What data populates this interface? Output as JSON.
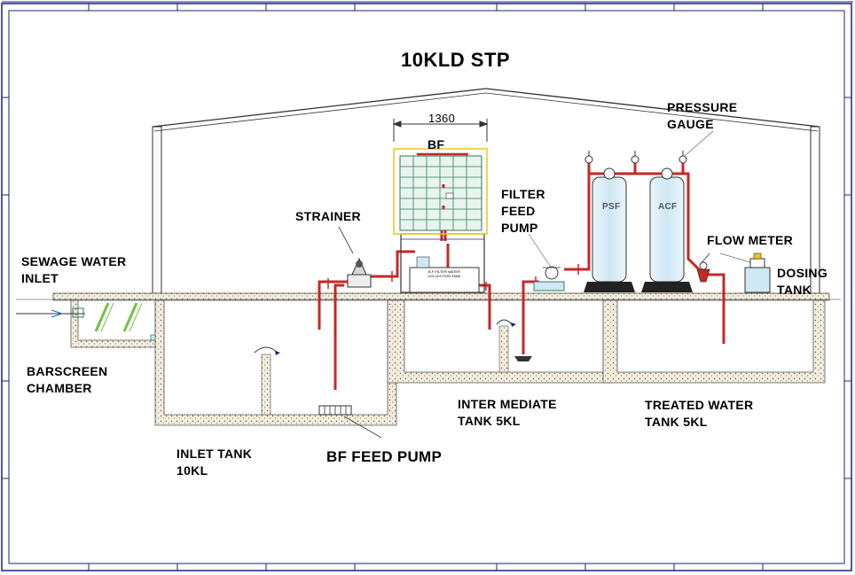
{
  "diagram": {
    "title": "10KLD STP",
    "dimension": "1360",
    "labels": {
      "sewage_inlet": "SEWAGE WATER\nINLET",
      "barscreen": "BARSCREEN\nCHAMBER",
      "inlet_tank": "INLET TANK\n10KL",
      "bf_feed_pump": "BF FEED PUMP",
      "strainer": "STRAINER",
      "bf": "BF",
      "filter_feed_pump": "FILTER\nFEED\nPUMP",
      "pressure_gauge": "PRESSURE\nGAUGE",
      "flow_meter": "FLOW METER",
      "dosing_tank": "DOSING\nTANK",
      "intermediate_tank": "INTER MEDIATE\nTANK 5KL",
      "treated_tank": "TREATED WATER\nTANK 5KL",
      "collection_tank": "B.F FILTER\nWATER\nCOLLECTION\nTANK",
      "psf": "PSF",
      "acf": "ACF"
    },
    "colors": {
      "pipe": "#c62828",
      "tank_wall": "#f3eddc",
      "filter_body": "#d8ecf7",
      "filter_grid": "#2e7d5b",
      "frame": "#1a237e",
      "bf_frame": "#f0c419"
    }
  }
}
